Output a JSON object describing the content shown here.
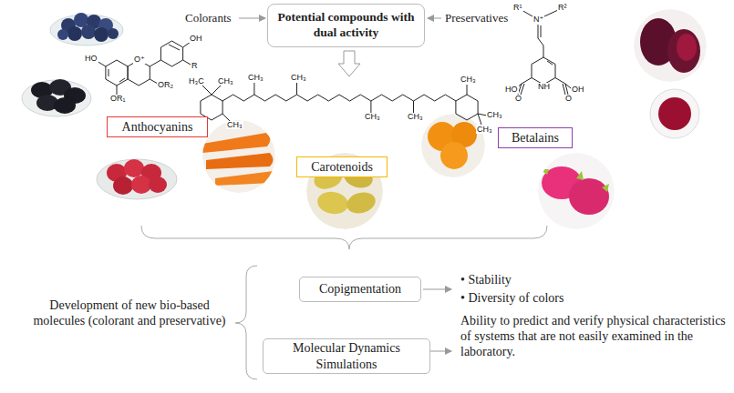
{
  "diagram": {
    "nodes": [
      {
        "text": [
          "Potential compounds with dual activity"
        ]
      },
      {
        "text": [
          "Anthocyanins"
        ]
      },
      {
        "text": [
          "Carotenoids"
        ]
      },
      {
        "text": [
          "Betalains"
        ]
      },
      {
        "text": [
          "Copigmentation"
        ]
      },
      {
        "text": [
          "Molecular Dynamics Simulations"
        ]
      }
    ],
    "labels": [
      "Colorants",
      "Preservatives",
      "HO",
      "OH",
      "R",
      "O⁺",
      "OR₂",
      "OR₁",
      "H₃C",
      "CH₃",
      "CH₃",
      "CH₃",
      "CH₃",
      "CH₃",
      "CH₃",
      "CH₃",
      "CH₃",
      "CH₃",
      "R¹",
      "N⁺",
      "R²",
      "HO",
      "O",
      "NH",
      "O",
      "OH",
      "Development of new bio-based molecules (colorant and preservative)",
      "• Stability",
      "• Diversity of colors",
      "Ability to predict and verify physical characteristics of systems that are not easily examined in the laboratory."
    ]
  }
}
